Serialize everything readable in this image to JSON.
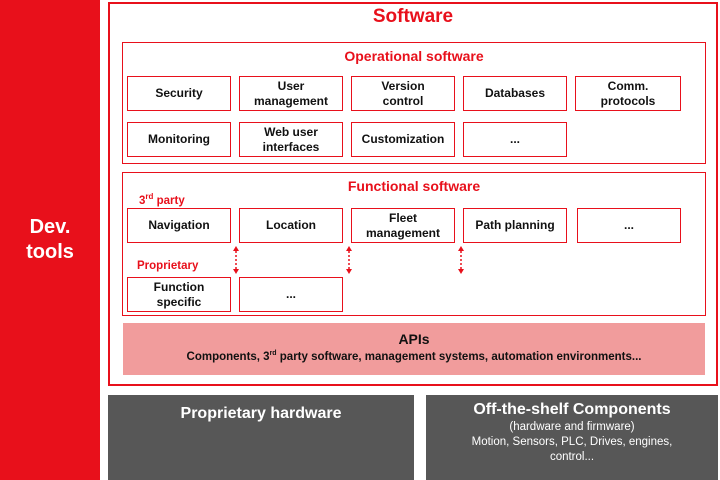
{
  "dev_tools": {
    "line1": "Dev.",
    "line2": "tools"
  },
  "software": {
    "title": "Software",
    "operational": {
      "title": "Operational software",
      "row1": [
        {
          "lines": [
            "Security"
          ]
        },
        {
          "lines": [
            "User",
            "management"
          ]
        },
        {
          "lines": [
            "Version",
            "control"
          ]
        },
        {
          "lines": [
            "Databases"
          ]
        },
        {
          "lines": [
            "Comm.",
            "protocols"
          ]
        }
      ],
      "row2": [
        {
          "lines": [
            "Monitoring"
          ]
        },
        {
          "lines": [
            "Web user",
            "interfaces"
          ]
        },
        {
          "lines": [
            "Customization"
          ]
        },
        {
          "lines": [
            "..."
          ]
        }
      ]
    },
    "functional": {
      "title": "Functional software",
      "third_party_label_base": "3",
      "third_party_label_sup": "rd",
      "third_party_label_rest": " party",
      "third_party": [
        {
          "lines": [
            "Navigation"
          ]
        },
        {
          "lines": [
            "Location"
          ]
        },
        {
          "lines": [
            "Fleet",
            "management"
          ]
        },
        {
          "lines": [
            "Path planning"
          ]
        },
        {
          "lines": [
            "..."
          ]
        }
      ],
      "proprietary_label": "Proprietary",
      "proprietary": [
        {
          "lines": [
            "Function",
            "specific"
          ]
        },
        {
          "lines": [
            "..."
          ]
        }
      ]
    },
    "apis": {
      "title": "APIs",
      "sub_pre": "Components, 3",
      "sub_sup": "rd",
      "sub_post": " party software, management systems, automation environments..."
    }
  },
  "hardware": {
    "proprietary": {
      "title": "Proprietary hardware"
    },
    "ots": {
      "title": "Off-the-shelf Components",
      "line1": "(hardware and firmware)",
      "line2": "Motion, Sensors, PLC, Drives, engines,",
      "line3": "control..."
    }
  },
  "colors": {
    "accent": "#e8101b",
    "api_fill": "#f19c9c",
    "hardware_fill": "#575757"
  }
}
